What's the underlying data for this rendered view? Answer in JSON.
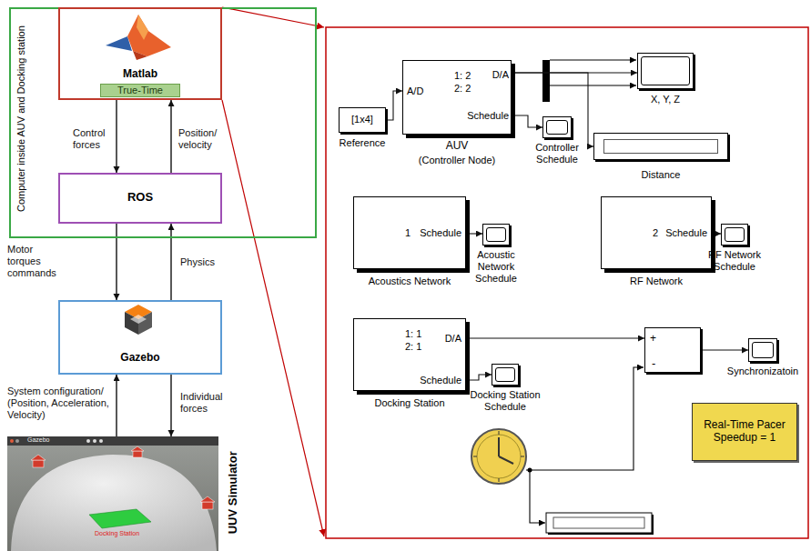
{
  "diagram": {
    "nodes": [
      {
        "text": [
          "Computer inside AUV and Docking station"
        ]
      },
      {
        "text": [
          "Matlab",
          "True-Time"
        ],
        "in": 0
      },
      {
        "text": [
          "ROS"
        ],
        "in": 0
      },
      {
        "text": [
          "Gazebo"
        ]
      },
      {
        "text": [
          "UUV Simulator"
        ]
      },
      {
        "text": [
          "[1x4]",
          "Reference"
        ]
      },
      {
        "text": [
          "A/D",
          "1: 2",
          "2: 2",
          "D/A",
          "Schedule",
          "AUV",
          "(Controller Node)"
        ]
      },
      {
        "text": [
          "X, Y, Z"
        ]
      },
      {
        "text": [
          "Controller Schedule"
        ]
      },
      {
        "text": [
          "Distance"
        ]
      },
      {
        "text": [
          "1",
          "Schedule",
          "Acoustics Network"
        ]
      },
      {
        "text": [
          "Acoustic Network Schedule"
        ]
      },
      {
        "text": [
          "2",
          "Schedule",
          "RF Network"
        ]
      },
      {
        "text": [
          "RF Network Schedule"
        ]
      },
      {
        "text": [
          "1: 1",
          "2: 1",
          "D/A",
          "Schedule",
          "Docking Station"
        ]
      },
      {
        "text": [
          "Docking Station Schedule"
        ]
      },
      {
        "text": [
          "+",
          "-"
        ]
      },
      {
        "text": [
          "Synchronizatoin"
        ]
      },
      {
        "text": [
          "Real-Time Pacer Speedup = 1"
        ]
      }
    ],
    "edges": [
      {
        "from": 1,
        "to": 2,
        "label": "Control forces",
        "arrow": "to"
      },
      {
        "from": 2,
        "to": 1,
        "label": "Position/ velocity",
        "arrow": "to"
      },
      {
        "from": 2,
        "to": 3,
        "label": "Motor torques commands",
        "arrow": "to"
      },
      {
        "from": 3,
        "to": 2,
        "label": "Physics",
        "arrow": "to"
      },
      {
        "from": 4,
        "to": 3,
        "label": "System configuration/ (Position, Acceleration, Velocity)",
        "arrow": "to"
      },
      {
        "from": 3,
        "to": 4,
        "label": "Individual forces",
        "arrow": "to"
      },
      {
        "from": 5,
        "to": 6,
        "arrow": "to"
      },
      {
        "from": 6,
        "to": 7,
        "arrow": "to"
      },
      {
        "from": 6,
        "to": 9,
        "arrow": "to"
      },
      {
        "from": 6,
        "to": 8,
        "arrow": "to"
      },
      {
        "from": 10,
        "to": 11,
        "arrow": "to"
      },
      {
        "from": 12,
        "to": 13,
        "arrow": "to"
      },
      {
        "from": 14,
        "to": 16,
        "arrow": "to"
      },
      {
        "from": 14,
        "to": 15,
        "arrow": "to"
      },
      {
        "from": 16,
        "to": 17,
        "arrow": "to"
      }
    ],
    "labels": [
      "Gazebo",
      "Docking Station"
    ]
  }
}
